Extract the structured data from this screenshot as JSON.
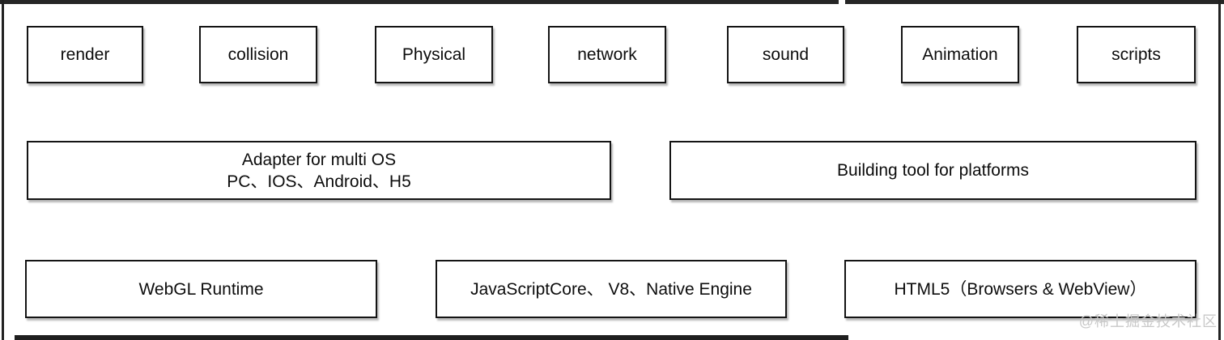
{
  "diagram": {
    "modules": [
      {
        "label": "render"
      },
      {
        "label": "collision"
      },
      {
        "label": "Physical"
      },
      {
        "label": "network"
      },
      {
        "label": "sound"
      },
      {
        "label": "Animation"
      },
      {
        "label": "scripts"
      }
    ],
    "platform": {
      "adapter": {
        "line1": "Adapter for multi OS",
        "line2": "PC、IOS、Android、H5"
      },
      "building": {
        "label": "Building tool for platforms"
      }
    },
    "runtime": [
      {
        "label": "WebGL Runtime"
      },
      {
        "label": "JavaScriptCore、 V8、Native Engine"
      },
      {
        "label": "HTML5（Browsers & WebView）"
      }
    ]
  },
  "watermark": {
    "text": "@稀土掘金技术社区"
  },
  "colors": {
    "background": "#ffffff",
    "box_border": "#141414",
    "box_text": "#0d0d0d",
    "frame_bar": "#262626",
    "watermark": "#c8c8c8"
  }
}
